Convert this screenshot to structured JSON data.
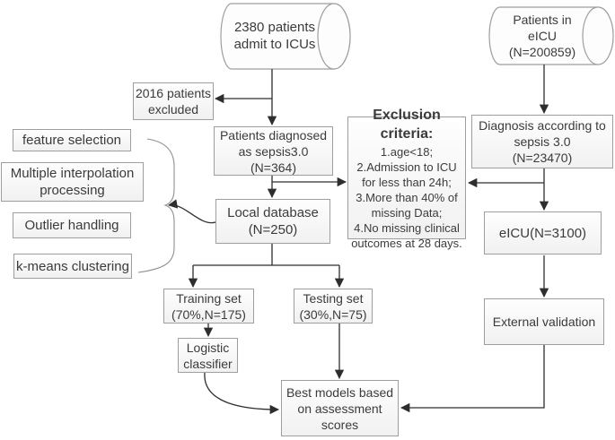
{
  "diagram": {
    "type": "flowchart",
    "colors": {
      "line": "#2e2e2e",
      "box_border": "#9e9e9e",
      "box_fill": "#f1f1f1",
      "text": "#3b3b3b"
    },
    "nodes": {
      "icu_cylinder": {
        "lines": [
          "2380 patients",
          "admit to ICUs"
        ]
      },
      "eicu_cylinder": {
        "lines": [
          "Patients in",
          "eICU",
          "(N=200859)"
        ]
      },
      "excluded": {
        "lines": [
          "2016 patients",
          "excluded"
        ]
      },
      "feature": {
        "label": "feature selection"
      },
      "interpolation": {
        "lines": [
          "Multiple interpolation",
          "processing"
        ]
      },
      "outlier": {
        "label": "Outlier handling"
      },
      "kmeans": {
        "label": "k-means clustering"
      },
      "diagnosed": {
        "lines": [
          "Patients diagnosed",
          "as sepsis3.0",
          "(N=364)"
        ]
      },
      "exclusion": {
        "heading": "Exclusion criteria:",
        "items": [
          "1.age<18;",
          "2.Admission to ICU for less than 24h;",
          "3.More than 40% of missing Data;",
          "4.No missing clinical outcomes at 28 days."
        ]
      },
      "local_db": {
        "lines": [
          "Local database",
          "(N=250)"
        ]
      },
      "diagnosis": {
        "lines": [
          "Diagnosis according to",
          "sepsis 3.0",
          "(N=23470)"
        ]
      },
      "eicu_n": {
        "label": "eICU(N=3100)"
      },
      "training": {
        "lines": [
          "Training set",
          "(70%,N=175)"
        ]
      },
      "testing": {
        "lines": [
          "Testing set",
          "(30%,N=75)"
        ]
      },
      "logistic": {
        "lines": [
          "Logistic",
          "classifier"
        ]
      },
      "best_models": {
        "lines": [
          "Best models based",
          "on assessment",
          "scores"
        ]
      },
      "external": {
        "label": "External validation"
      }
    }
  }
}
